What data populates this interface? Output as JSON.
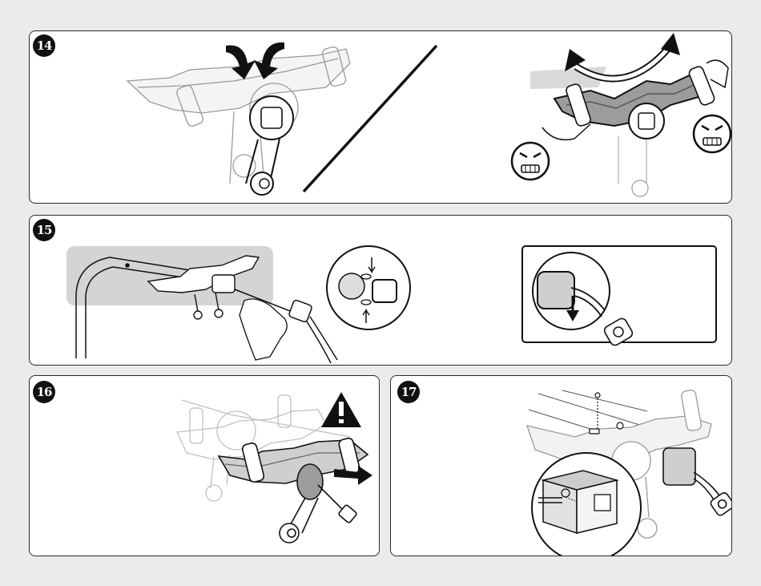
{
  "steps": [
    {
      "number": "14"
    },
    {
      "number": "15"
    },
    {
      "number": "16"
    },
    {
      "number": "17"
    }
  ],
  "icons": {
    "press_arrows": "press-arrows-icon",
    "twist_arrow": "twist-arrow-icon",
    "angry_face": "angry-face-icon",
    "warning": "warning-triangle-icon",
    "separator": "diagonal-slash"
  },
  "colors": {
    "ink": "#111111",
    "panel_border": "#2a2a2a",
    "shade": "#bdbdbd",
    "highlight_grey": "#d9d9d9",
    "background": "#ebebeb"
  }
}
